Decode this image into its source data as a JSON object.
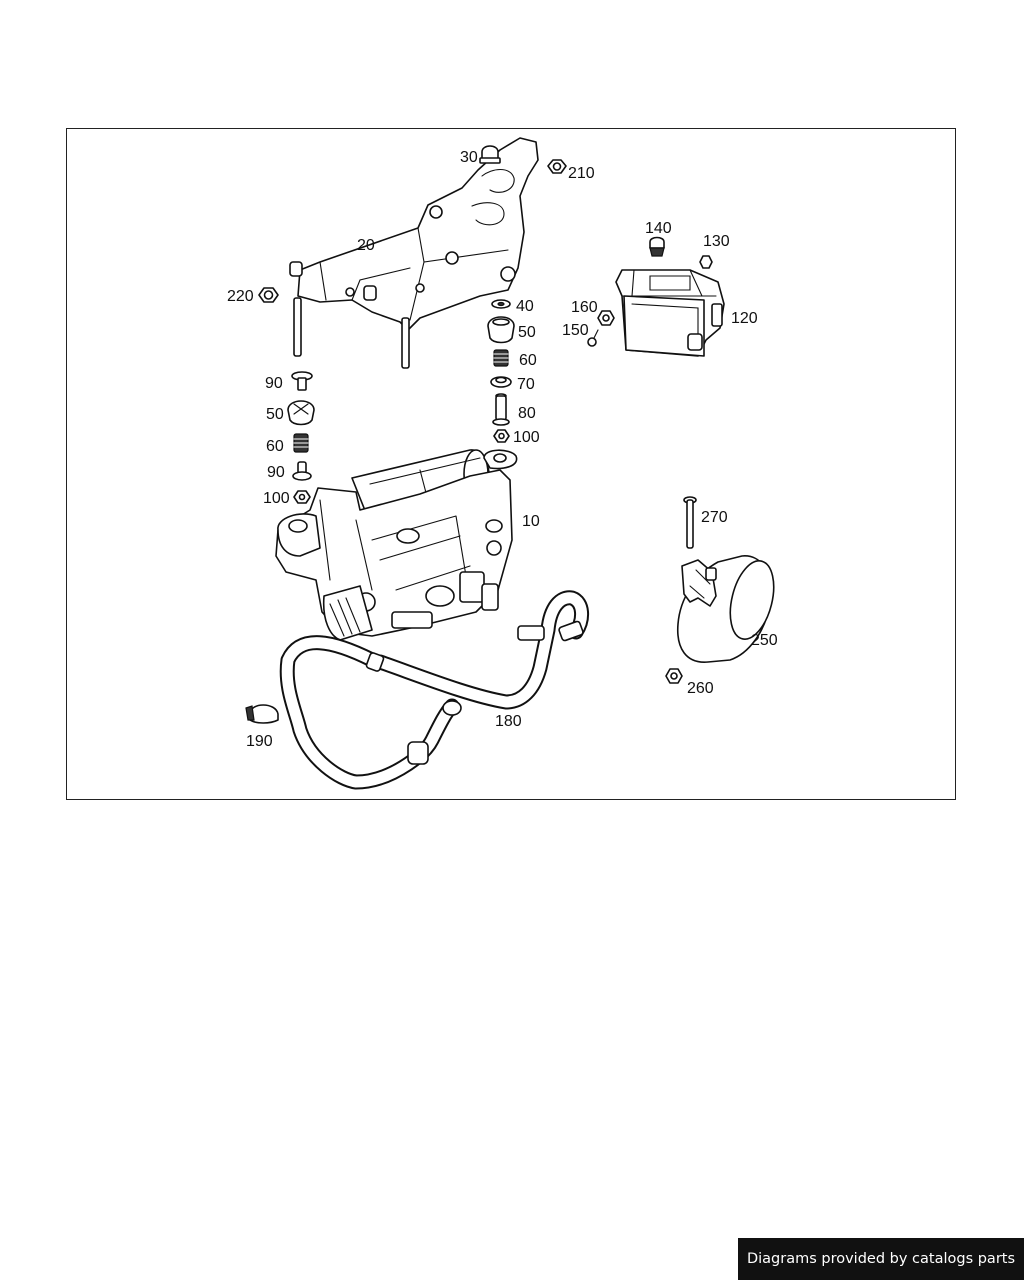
{
  "diagram": {
    "callouts": {
      "c10": "10",
      "c20": "20",
      "c30": "30",
      "c40": "40",
      "c50_right": "50",
      "c60_right": "60",
      "c70": "70",
      "c80": "80",
      "c100_right": "100",
      "c90_top": "90",
      "c50_left": "50",
      "c60_left": "60",
      "c90_bottom": "90",
      "c100_left": "100",
      "c120": "120",
      "c130": "130",
      "c140": "140",
      "c150": "150",
      "c160": "160",
      "c180": "180",
      "c190": "190",
      "c210": "210",
      "c220": "220",
      "c250": "250",
      "c260": "260",
      "c270": "270"
    }
  },
  "footer": {
    "credit": "Diagrams provided by catalogs parts"
  }
}
